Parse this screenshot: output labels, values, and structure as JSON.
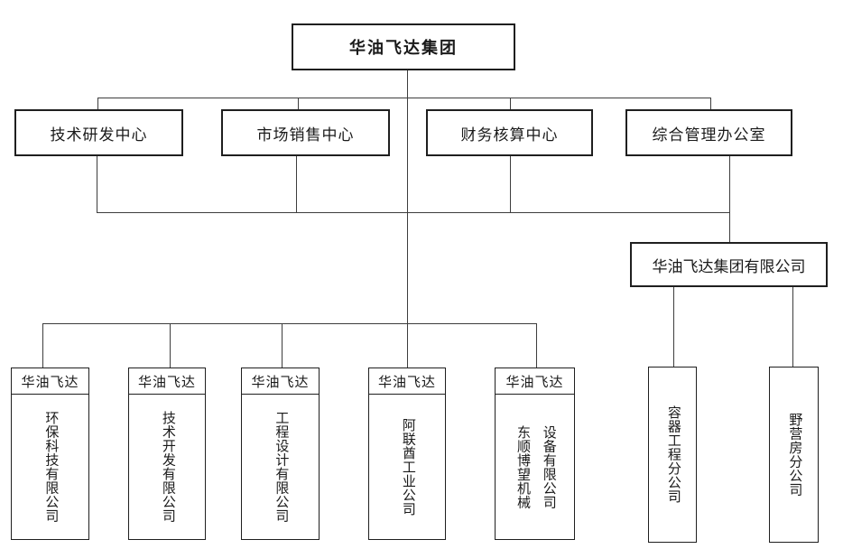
{
  "org": {
    "root": "华油飞达集团",
    "centers": [
      "技术研发中心",
      "市场销售中心",
      "财务核算中心",
      "综合管理办公室"
    ],
    "group_company": "华油飞达集团有限公司",
    "subsidiaries": [
      {
        "header": "华油飞达",
        "columns": [
          "环保科技有限公司"
        ]
      },
      {
        "header": "华油飞达",
        "columns": [
          "技术开发有限公司"
        ]
      },
      {
        "header": "华油飞达",
        "columns": [
          "工程设计有限公司"
        ]
      },
      {
        "header": "华油飞达",
        "columns": [
          "阿联酋工业公司"
        ]
      },
      {
        "header": "华油飞达",
        "columns": [
          "东顺博望机械",
          "设备有限公司"
        ]
      }
    ],
    "branches": [
      "容器工程分公司",
      "野营房分公司"
    ]
  },
  "colors": {
    "background": "#ffffff",
    "border": "#1f1f1f",
    "connector": "#3d3d3d",
    "text": "#1a1a1a"
  }
}
